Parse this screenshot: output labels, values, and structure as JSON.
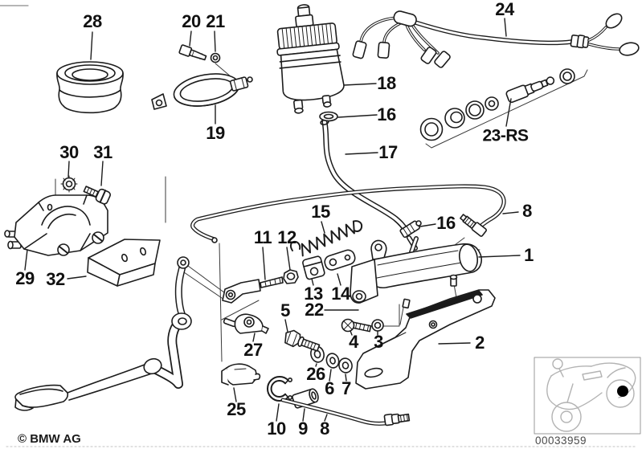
{
  "parts": {
    "p28": {
      "label": "28"
    },
    "p20": {
      "label": "20"
    },
    "p21": {
      "label": "21"
    },
    "p24": {
      "label": "24"
    },
    "p18": {
      "label": "18"
    },
    "p16a": {
      "label": "16"
    },
    "p17": {
      "label": "17"
    },
    "p23rs": {
      "label": "23-RS"
    },
    "p19": {
      "label": "19"
    },
    "p30": {
      "label": "30"
    },
    "p31": {
      "label": "31"
    },
    "p15": {
      "label": "15"
    },
    "p16b": {
      "label": "16"
    },
    "p8a": {
      "label": "8"
    },
    "p11": {
      "label": "11"
    },
    "p12": {
      "label": "12"
    },
    "p1": {
      "label": "1"
    },
    "p29": {
      "label": "29"
    },
    "p32": {
      "label": "32"
    },
    "p13": {
      "label": "13"
    },
    "p14": {
      "label": "14"
    },
    "p5": {
      "label": "5"
    },
    "p22": {
      "label": "22"
    },
    "p4": {
      "label": "4"
    },
    "p3": {
      "label": "3"
    },
    "p2": {
      "label": "2"
    },
    "p27": {
      "label": "27"
    },
    "p26": {
      "label": "26"
    },
    "p6": {
      "label": "6"
    },
    "p7": {
      "label": "7"
    },
    "p25": {
      "label": "25"
    },
    "p10": {
      "label": "10"
    },
    "p9": {
      "label": "9"
    },
    "p8b": {
      "label": "8"
    }
  },
  "footer": {
    "copyright": "© BMW AG",
    "diagram_number": "00033959"
  },
  "thumbnail": {
    "icon": "motorcycle-icon",
    "highlight_color": "#000000"
  },
  "colors": {
    "line": "#1c1c1c",
    "construction_line": "#3a3a3a",
    "thumbnail_line": "#b3b3b3",
    "thumbnail_border": "#999999"
  }
}
